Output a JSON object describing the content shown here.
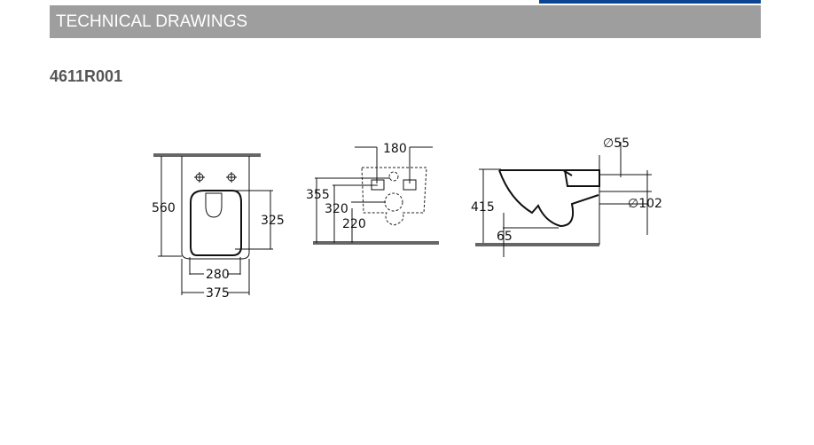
{
  "accent_color": "#0b4591",
  "header": {
    "title": "TECHNICAL DRAWINGS"
  },
  "product": {
    "code": "4611R001"
  },
  "drawings": {
    "top_view": {
      "overall_length": "560",
      "seat_length": "325",
      "inner_width": "280",
      "overall_width": "375"
    },
    "rear_view": {
      "fixing_distance": "180",
      "height_355": "355",
      "height_320": "320",
      "height_220": "220"
    },
    "side_view": {
      "height": "415",
      "floor_clearance": "65",
      "inlet_diameter": "∅55",
      "outlet_diameter": "∅102"
    }
  }
}
